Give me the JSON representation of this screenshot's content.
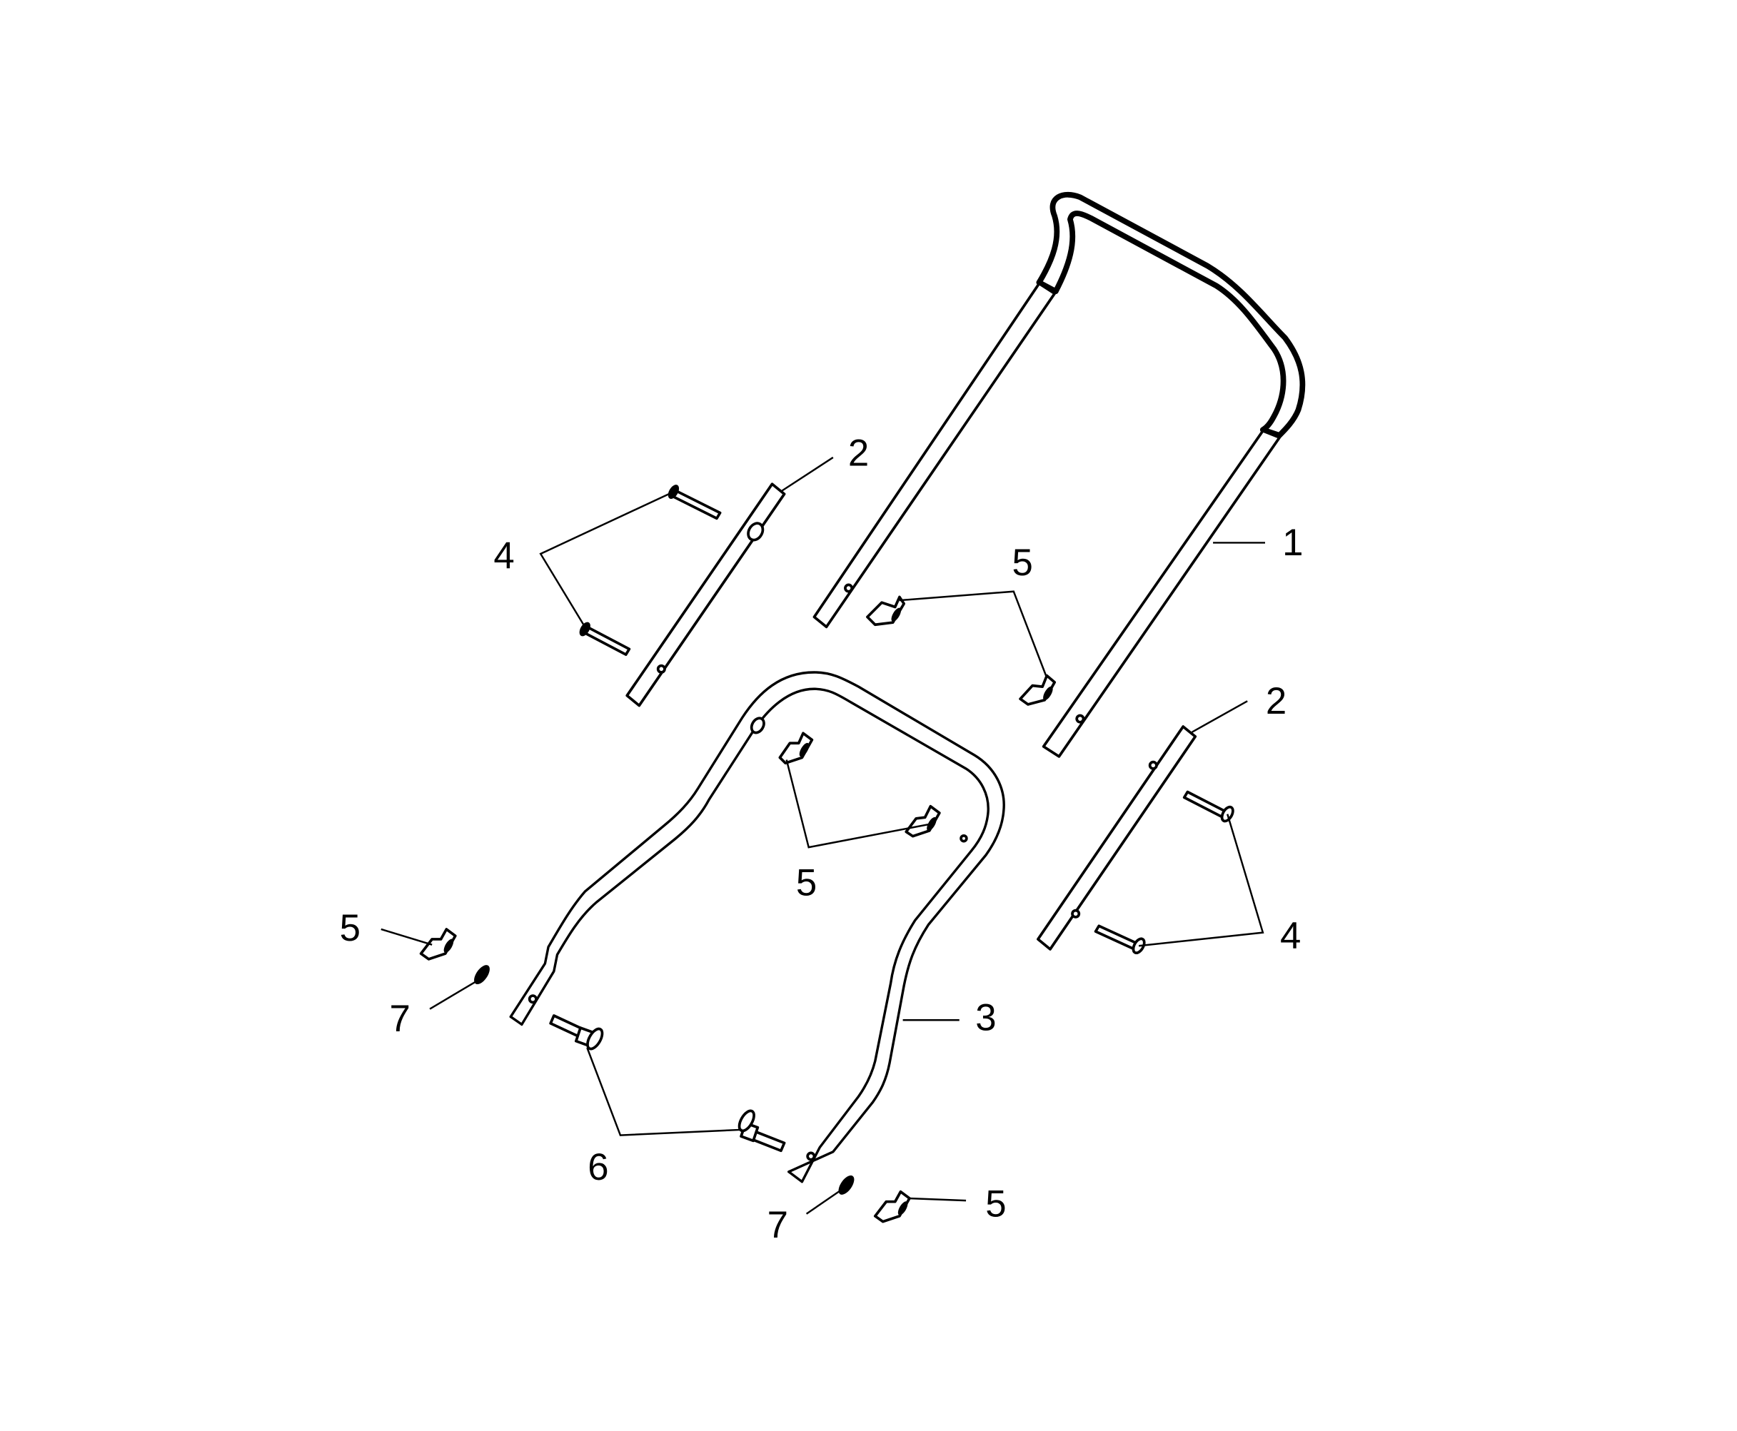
{
  "diagram": {
    "type": "exploded parts diagram",
    "subject": "lawn mower handle assembly",
    "colors": {
      "line": "#000000",
      "background": "#ffffff"
    },
    "parts": [
      {
        "number": "1",
        "name": "upper handle"
      },
      {
        "number": "2",
        "name": "handle extension tube"
      },
      {
        "number": "3",
        "name": "lower handle"
      },
      {
        "number": "4",
        "name": "bolt"
      },
      {
        "number": "5",
        "name": "wing knob"
      },
      {
        "number": "6",
        "name": "shoulder bolt"
      },
      {
        "number": "7",
        "name": "washer"
      }
    ],
    "callouts": [
      {
        "label": "1"
      },
      {
        "label": "2"
      },
      {
        "label": "2"
      },
      {
        "label": "3"
      },
      {
        "label": "4"
      },
      {
        "label": "4"
      },
      {
        "label": "5"
      },
      {
        "label": "5"
      },
      {
        "label": "5"
      },
      {
        "label": "5"
      },
      {
        "label": "6"
      },
      {
        "label": "7"
      },
      {
        "label": "7"
      }
    ]
  }
}
